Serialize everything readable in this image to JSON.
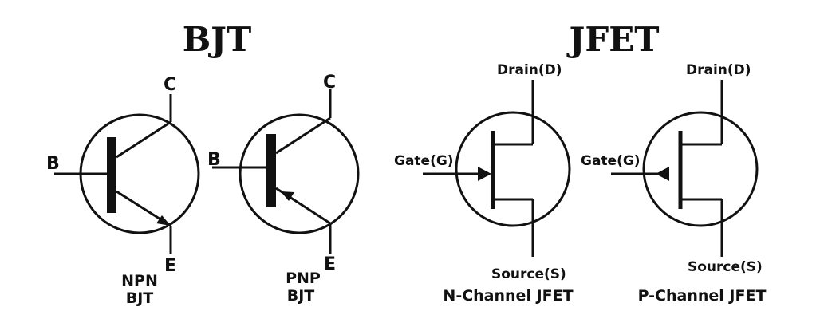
{
  "titles": {
    "bjt": "BJT",
    "jfet": "JFET"
  },
  "npn": {
    "base": "B",
    "collector": "C",
    "emitter": "E",
    "caption_line1": "NPN",
    "caption_line2": "BJT"
  },
  "pnp": {
    "base": "B",
    "collector": "C",
    "emitter": "E",
    "caption_line1": "PNP",
    "caption_line2": "BJT"
  },
  "n_jfet": {
    "drain": "Drain(D)",
    "gate": "Gate(G)",
    "source": "Source(S)",
    "caption": "N-Channel JFET"
  },
  "p_jfet": {
    "drain": "Drain(D)",
    "gate": "Gate(G)",
    "source": "Source(S)",
    "caption": "P-Channel JFET"
  },
  "colors": {
    "ink": "#111111",
    "background": "#ffffff"
  }
}
